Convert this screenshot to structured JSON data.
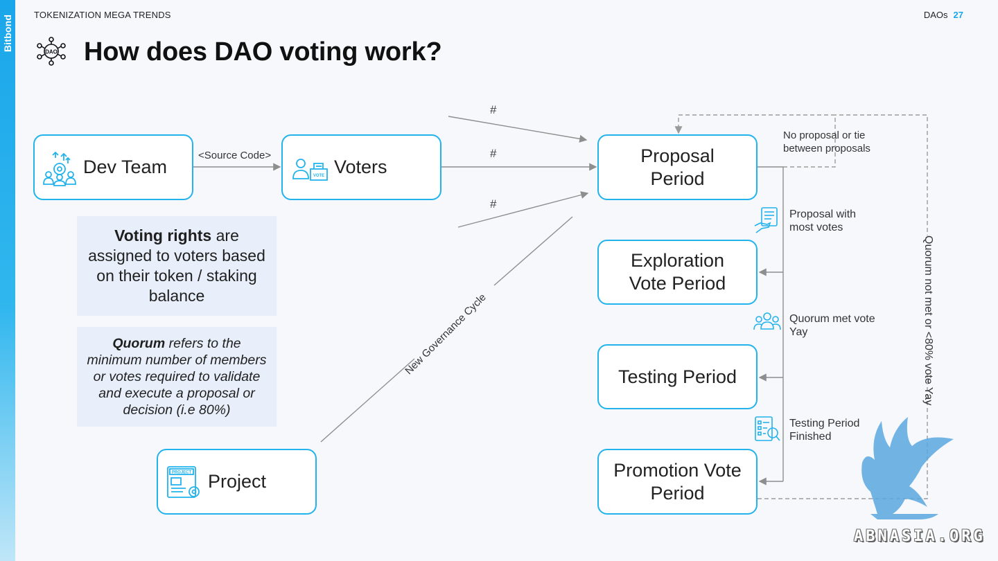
{
  "brand": "Bitbond",
  "header": {
    "section": "TOKENIZATION MEGA TRENDS",
    "topic": "DAOs",
    "page": "27"
  },
  "title": "How does DAO voting work?",
  "boxes": {
    "dev_team": "Dev Team",
    "voters": "Voters",
    "project": "Project",
    "proposal": "Proposal\nPeriod",
    "exploration": "Exploration\nVote Period",
    "testing": "Testing Period",
    "promotion": "Promotion Vote\nPeriod"
  },
  "edges": {
    "source_code": "<Source Code>",
    "hash": "#",
    "new_cycle": "New Governance Cycle",
    "no_proposal": "No proposal or tie\nbetween proposals",
    "most_votes": "Proposal with\nmost votes",
    "quorum_met": "Quorum met vote\nYay",
    "testing_finished": "Testing Period\nFinished",
    "quorum_not_met": "Quorum not met or <80% vote Yay"
  },
  "notes": {
    "voting_rights_bold": "Voting rights",
    "voting_rights_rest": " are assigned to voters based on their token / staking balance",
    "quorum_bold": "Quorum",
    "quorum_rest": " refers to the minimum number of members or votes required to validate and execute a proposal or decision (i.e 80%)"
  },
  "icons": [
    "dao-icon",
    "dev-team-icon",
    "voters-icon",
    "project-icon",
    "proposal-document-icon",
    "people-group-icon",
    "checklist-icon",
    "bird-logo"
  ],
  "watermark": "ABNASIA.ORG",
  "colors": {
    "accent": "#22b3ec",
    "note_bg": "#e8effa",
    "line": "#8e8e8e",
    "page_number": "#1aa6ea"
  }
}
